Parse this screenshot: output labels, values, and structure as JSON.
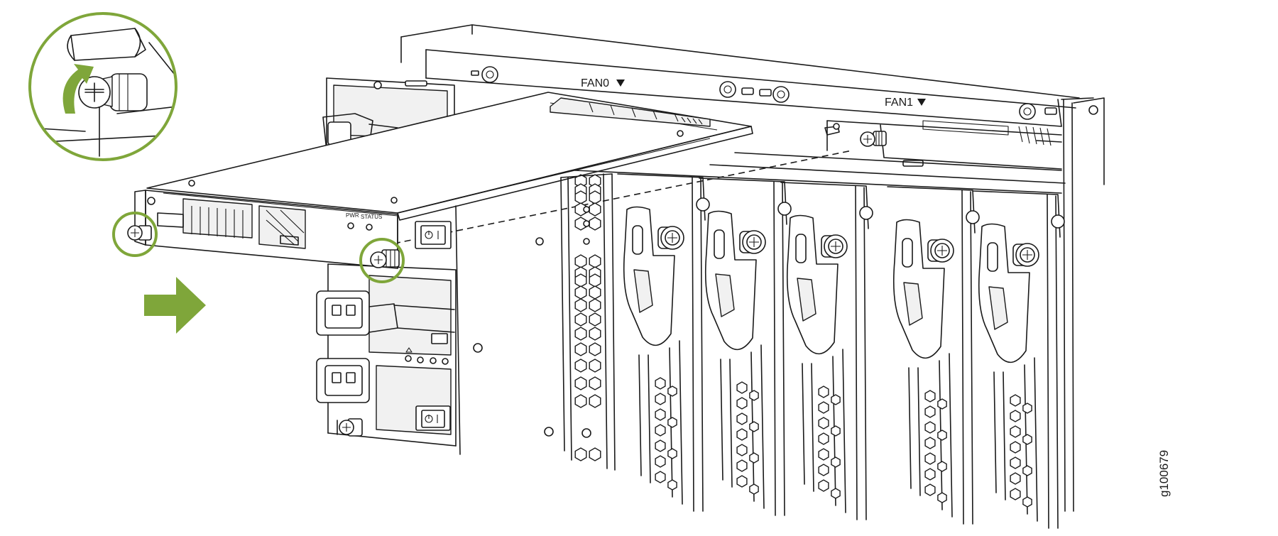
{
  "labels": {
    "fan0": "FAN0",
    "fan1": "FAN1",
    "pwr": "PWR",
    "status": "STATUS",
    "figure_id": "g100679"
  },
  "colors": {
    "accent": "#7fa63a",
    "line": "#1a1a1a",
    "background": "#ffffff"
  },
  "icons": {
    "fan_marker": "triangle-down-icon",
    "power_button": "power-icon",
    "insert_direction": "arrow-right-icon",
    "rotation": "rotate-clockwise-icon"
  }
}
